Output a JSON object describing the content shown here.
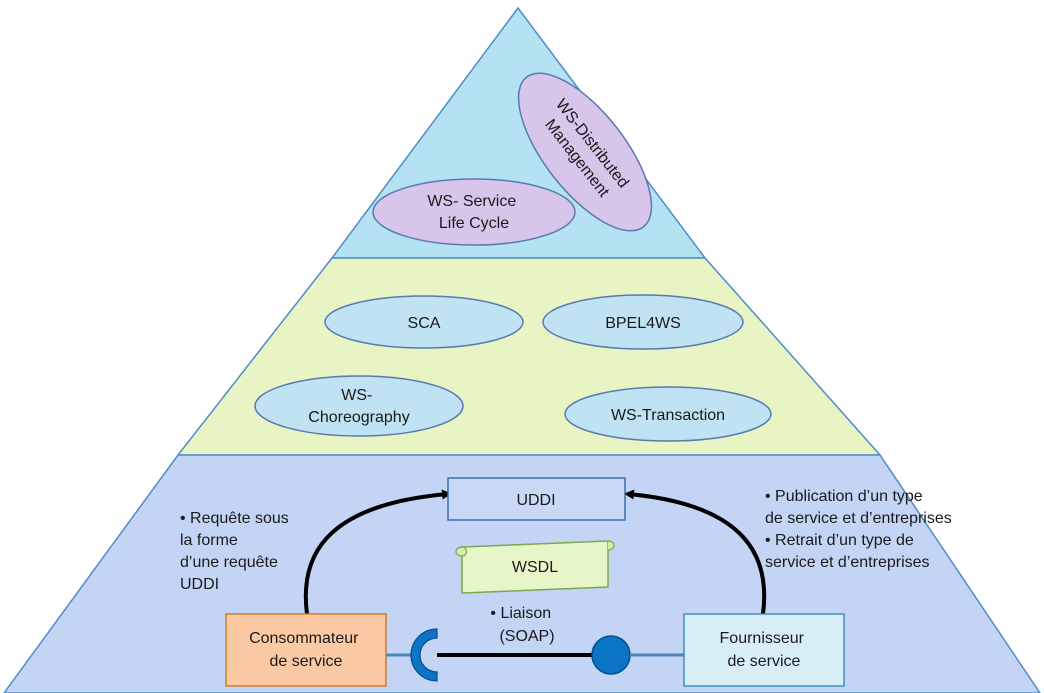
{
  "top_layer": {
    "ws_distributed_management": [
      "WS-Distributed",
      "Management"
    ],
    "ws_service_life_cycle": [
      "WS- Service",
      "Life Cycle"
    ]
  },
  "middle_layer": {
    "sca": "SCA",
    "bpel4ws": "BPEL4WS",
    "ws_choreography": [
      "WS-",
      "Choreography"
    ],
    "ws_transaction": "WS-Transaction"
  },
  "bottom_layer": {
    "uddi": "UDDI",
    "wsdl": "WSDL",
    "consumer": [
      "Consommateur",
      "de service"
    ],
    "provider": [
      "Fournisseur",
      "de service"
    ],
    "binding": [
      "• Liaison",
      "(SOAP)"
    ],
    "request_note": [
      "•  Requête sous",
      " la forme",
      " d’une requête",
      " UDDI"
    ],
    "publication_note": [
      "• Publication d’un type",
      "de service et d’entreprises",
      "• Retrait d’un type de",
      "service et d’entreprises"
    ]
  },
  "colors": {
    "top_fill": "#b5e2f2",
    "middle_fill": "#e9f4c4",
    "bottom_fill": "#c3d4f5",
    "oval_purple": "#d8c6ea",
    "oval_blue": "#bfe3f3",
    "consumer_fill": "#fbc9a3",
    "provider_fill": "#d7eef7",
    "uddi_fill": "#c9d8f5",
    "wsdl_fill": "#e7f6c9",
    "connector_blue": "#0b74c4"
  }
}
